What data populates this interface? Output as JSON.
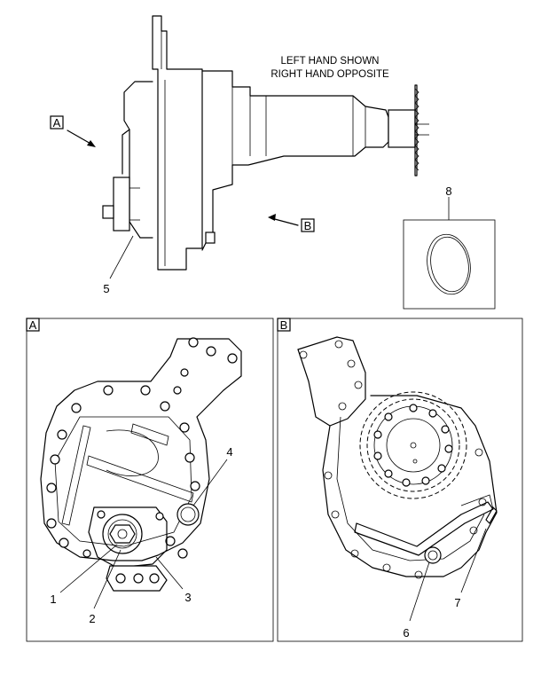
{
  "note": {
    "line1": "LEFT HAND SHOWN",
    "line2": "RIGHT HAND OPPOSITE"
  },
  "view_tags": {
    "a": "A",
    "b": "B"
  },
  "detail_a": {
    "tag": "A"
  },
  "detail_b": {
    "tag": "B"
  },
  "callouts": {
    "c1": "1",
    "c2": "2",
    "c3": "3",
    "c4": "4",
    "c5": "5",
    "c6": "6",
    "c7": "7",
    "c8": "8"
  }
}
